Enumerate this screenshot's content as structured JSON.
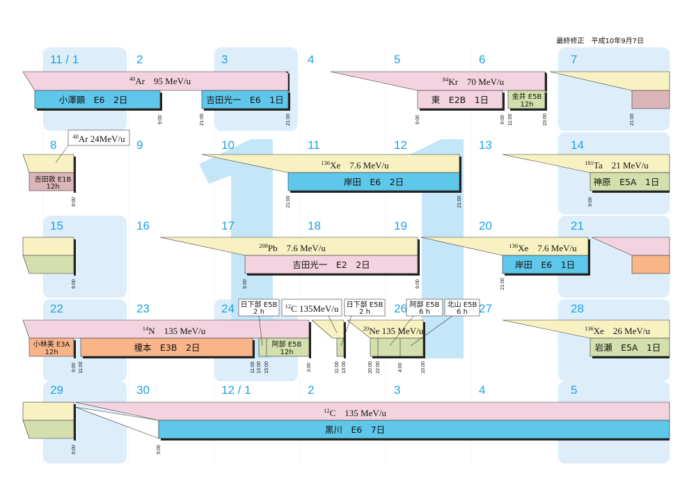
{
  "header": {
    "last_revised": "最終修正　平成10年9月7日"
  },
  "colors": {
    "pink": "#f3d3df",
    "blue": "#5ec7ea",
    "yellow": "#f8f2c3",
    "green": "#d3dfac",
    "orange": "#f9b488",
    "rose": "#dcb5b9",
    "bg_cell": "#ddeefa",
    "digit": "#c5e6f8",
    "daynum": "#1aa3e0"
  },
  "weeks": [
    {
      "days": [
        "11 / 1",
        "2",
        "3",
        "4",
        "5",
        "6",
        "7"
      ]
    },
    {
      "days": [
        "8",
        "9",
        "10",
        "11",
        "12",
        "13",
        "14"
      ]
    },
    {
      "days": [
        "15",
        "16",
        "17",
        "18",
        "19",
        "20",
        "21"
      ]
    },
    {
      "days": [
        "22",
        "23",
        "24",
        "25",
        "26",
        "27",
        "28"
      ]
    },
    {
      "days": [
        "29",
        "30",
        "12 / 1",
        "2",
        "3",
        "4",
        "5"
      ]
    }
  ],
  "labels": {
    "ar95": {
      "mass": "40",
      "text": "Ar　95 MeV/u"
    },
    "kozawa": "小澤顕　E6　2日",
    "yoshida_koichi_1": "吉田光一　E6　1日",
    "kr70": {
      "mass": "84",
      "text": "Kr　70 MeV/u"
    },
    "higashi": "東　E2B　1日",
    "kanai": {
      "line1": "金井 E5B",
      "line2": "12h"
    },
    "ar24": {
      "mass": "40",
      "text": "Ar 24MeV/u"
    },
    "yoshida_atsushi": {
      "line1": "吉田敦 E1B",
      "line2": "12h"
    },
    "xe136a": {
      "mass": "136",
      "text": "Xe　7.6 MeV/u"
    },
    "kishida_1": "岸田　E6　2日",
    "ta181": {
      "mass": "181",
      "text": "Ta　21 MeV/u"
    },
    "kanbara": "神原　E5A　1日",
    "pb208": {
      "mass": "208",
      "text": "Pb　7.6 MeV/u"
    },
    "yoshida_koichi_2": "吉田光一　E2　2日",
    "xe136b": {
      "mass": "136",
      "text": "Xe　7.6 MeV/u"
    },
    "kishida_2": "岸田　E6　1日",
    "n14": {
      "mass": "14",
      "text": "N　135 MeV/u"
    },
    "kobayashi": {
      "line1": "小林美 E3A",
      "line2": "12h"
    },
    "enomoto": "榎本　E3B　2日",
    "abe_1": {
      "line1": "阿部 E5B",
      "line2": "12h"
    },
    "hikishita_1": {
      "line1": "日下部 E5B",
      "line2": "2 h"
    },
    "c12_box": {
      "mass": "12",
      "text": "C 135MeV/u"
    },
    "hikishita_2": {
      "line1": "日下部 E5B",
      "line2": "2 h"
    },
    "abe_2": {
      "line1": "阿部 E5B",
      "line2": "6 h"
    },
    "kitayama": {
      "line1": "北山 E5B",
      "line2": "6 h"
    },
    "ne20": {
      "mass": "20",
      "text": "Ne 135 MeV/u"
    },
    "xe136c": {
      "mass": "136",
      "text": "Xe　26 MeV/u"
    },
    "iwase": "岩瀬　E5A　1日",
    "c12": {
      "mass": "12",
      "text": "C　135 MeV/u"
    },
    "kurokawa": "黒川　E6　7日"
  },
  "ticks": {
    "w1": [
      "9:00",
      "21:00",
      "21:00",
      "9:00",
      "9:00",
      "11:00",
      "23:00",
      "21:00"
    ],
    "w2": [
      "9:00",
      "21:00",
      "21:00",
      "9:00"
    ],
    "w3": [
      "9:00",
      "9:00",
      "9:00",
      "21:00"
    ],
    "w4": [
      "9:00",
      "11:00",
      "11:00",
      "13:00",
      "15:00",
      "3:00",
      "11:00",
      "13:00",
      "20:00",
      "22:00",
      "4:00",
      "10:00"
    ],
    "w5": [
      "9:00",
      "9:00"
    ]
  }
}
